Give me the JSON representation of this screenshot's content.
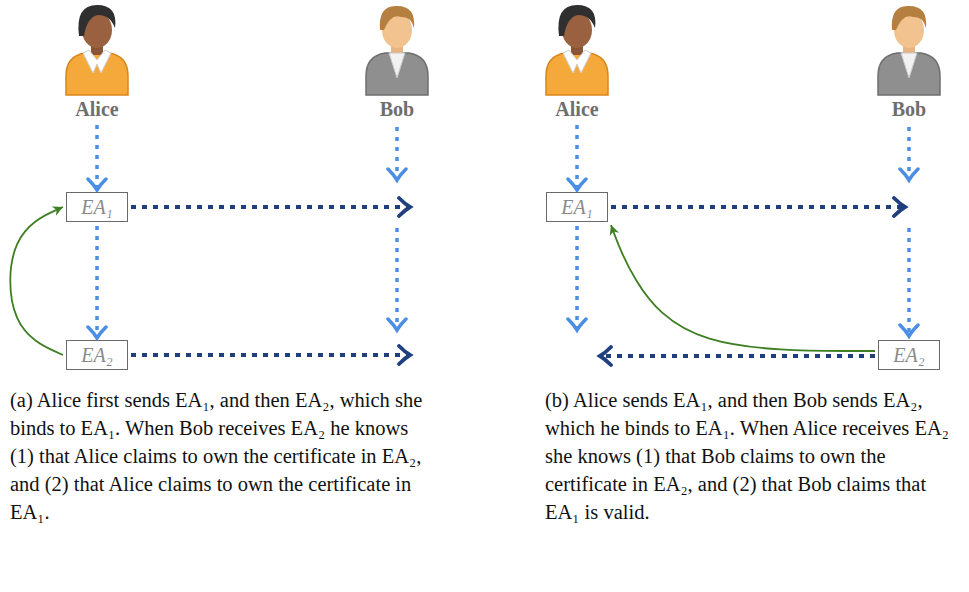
{
  "diagram": {
    "nodes": [
      {
        "text": [
          "Alice"
        ]
      },
      {
        "text": [
          "Bob"
        ]
      },
      {
        "text": [
          "EA₁"
        ]
      },
      {
        "text": [
          "EA₂"
        ]
      },
      {
        "text": [
          "Alice"
        ]
      },
      {
        "text": [
          "Bob"
        ]
      },
      {
        "text": [
          "EA₁"
        ]
      },
      {
        "text": [
          "EA₂"
        ]
      }
    ],
    "edges": [
      {
        "from": 0,
        "to": 2,
        "arrow": "to"
      },
      {
        "from": 2,
        "to": 3,
        "arrow": "to"
      },
      {
        "from": 3,
        "to": 2,
        "arrow": "to"
      },
      {
        "from": 4,
        "to": 6,
        "arrow": "to"
      },
      {
        "from": 7,
        "to": 6,
        "arrow": "to"
      }
    ],
    "labels": [
      "(a) Alice first sends EA₁, and then EA₂, which she binds to EA₁. When Bob receives EA₂ he knows (1) that Alice claims to own the certificate in EA₂, and (2) that Alice claims to own the certificate in EA₁.",
      "(b) Alice sends EA₁, and then Bob sends EA₂, which he binds to EA₁. When Alice receives EA₂ she knows (1) that Bob claims to own the certificate in EA₂, and (2) that Bob claims that EA₁ is valid."
    ]
  }
}
